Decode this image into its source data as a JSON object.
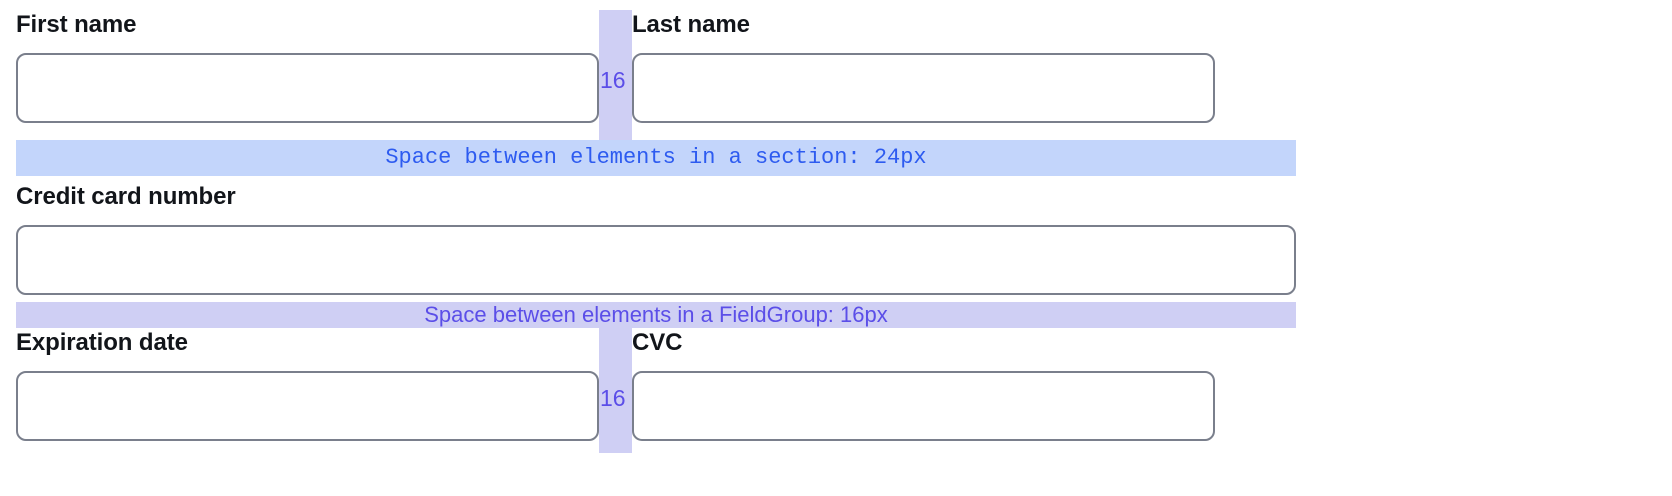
{
  "colors": {
    "section_band_bg": "#c3d5fb",
    "section_band_text": "#2d5bf0",
    "fieldgroup_band_bg": "#cfcff4",
    "fieldgroup_band_text": "#5b4ee8",
    "gutter_bg": "#cfcff4",
    "gutter_label_text": "#5b4ee8",
    "input_border": "#7a7f8c",
    "label_text": "#12151a",
    "page_bg": "#ffffff"
  },
  "form": {
    "rows": [
      {
        "name": "name-row",
        "gutter_label": "16",
        "fields": [
          {
            "label": "First name",
            "value": "",
            "placeholder": ""
          },
          {
            "label": "Last name",
            "value": "",
            "placeholder": ""
          }
        ]
      },
      {
        "name": "credit-card-row",
        "gutter_label": "",
        "fields": [
          {
            "label": "Credit card number",
            "value": "",
            "placeholder": ""
          }
        ]
      },
      {
        "name": "expiry-cvc-row",
        "gutter_label": "16",
        "fields": [
          {
            "label": "Expiration date",
            "value": "",
            "placeholder": ""
          },
          {
            "label": "CVC",
            "value": "",
            "placeholder": ""
          }
        ]
      }
    ]
  },
  "annotations": {
    "section_band": "Space between elements in a section: 24px",
    "fieldgroup_band": "Space between elements in a FieldGroup: 16px"
  }
}
